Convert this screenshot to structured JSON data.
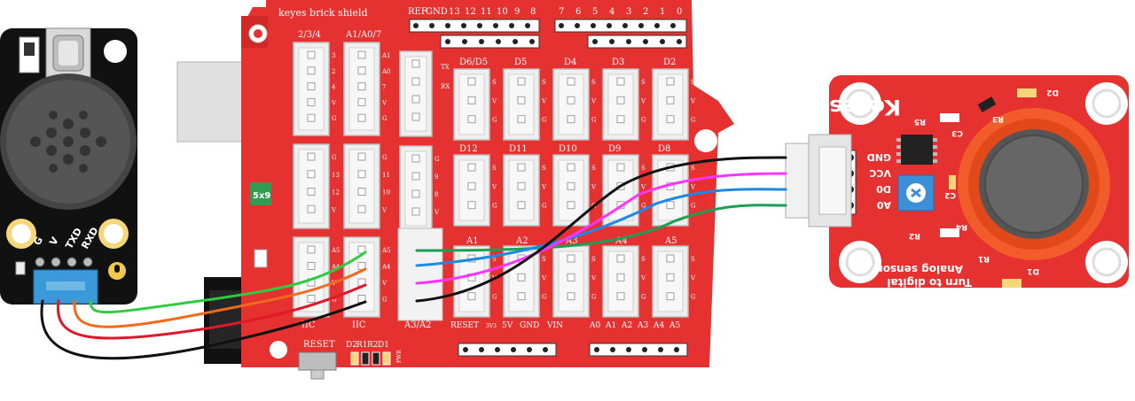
{
  "colors": {
    "board_red": "#e5312f",
    "board_dark": "#c9221f",
    "module_black": "#111111",
    "wire_green": "#2ecc40",
    "wire_orange": "#f26b1d",
    "wire_red": "#e0182a",
    "wire_black": "#111111",
    "wire_blue": "#1e88e5",
    "wire_magenta": "#ff33ff",
    "wire_dkgreen": "#1b9e55",
    "connector_blue": "#3a9ad9",
    "sensor_ring": "#f25c2a"
  },
  "shield": {
    "title": "keyes brick shield",
    "header_top_left": [
      "REF",
      "GND",
      "13",
      "12",
      "11",
      "10",
      "9",
      "8"
    ],
    "header_top_right": [
      "7",
      "6",
      "5",
      "4",
      "3",
      "2",
      "1",
      "0"
    ],
    "grp_234": "2/3/4",
    "grp_a1a07": "A1/A0/7",
    "row1_labels": [
      "D6/D5",
      "D5",
      "D4",
      "D3",
      "D2"
    ],
    "row2_labels": [
      "D12",
      "D11",
      "D10",
      "D9",
      "D8"
    ],
    "row3_labels": [
      "A1",
      "A2",
      "A3",
      "A4",
      "A5"
    ],
    "iic_left": "IIC",
    "iic_right": "IIC",
    "a3a2": "A3/A2",
    "power_labels": [
      "RESET",
      "3V3",
      "5V",
      "GND",
      "VIN"
    ],
    "analog_labels": [
      "A0",
      "A1",
      "A2",
      "A3",
      "A4",
      "A5"
    ],
    "reset": "RESET",
    "leds": [
      "D2",
      "R1",
      "R2",
      "D1"
    ],
    "pwr": "PWR",
    "side_chip": "5x9",
    "pin_svg": [
      "S",
      "V",
      "G"
    ],
    "pin_tx": "TX",
    "pin_rx": "RX",
    "pins_a": [
      "A1",
      "A0",
      "7",
      "V",
      "G"
    ],
    "pins_d": [
      "3",
      "2",
      "4",
      "V",
      "G"
    ],
    "pins_13": [
      "G",
      "13",
      "12",
      "V"
    ],
    "pins_11": [
      "G",
      "11",
      "10",
      "V"
    ],
    "pins_9": [
      "G",
      "9",
      "8",
      "V"
    ],
    "pins_iic": [
      "A5",
      "A4",
      "V",
      "G"
    ]
  },
  "voice_module": {
    "pins": [
      "G",
      "V",
      "TXD",
      "RXD"
    ]
  },
  "gas_sensor": {
    "brand": "Keyes",
    "title_line1": "Turn to digital",
    "title_line2": "Analog sensor",
    "pins": [
      "GND",
      "VCC",
      "D0",
      "A0"
    ],
    "components": [
      "D2",
      "R3",
      "R5",
      "C3",
      "C2",
      "R2",
      "R4",
      "R1",
      "D1"
    ]
  }
}
